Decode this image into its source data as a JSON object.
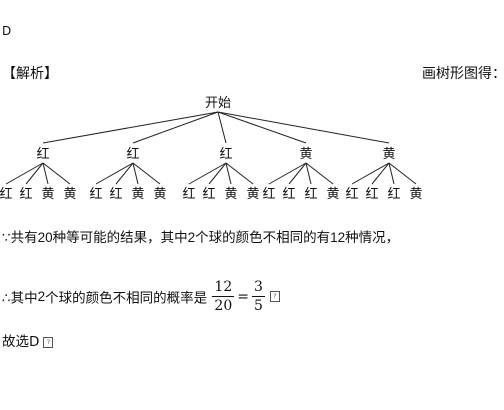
{
  "answer_label": "D",
  "heading": "【解析】",
  "tree_note": "画树形图得：",
  "tree": {
    "root": "开始",
    "branches": [
      {
        "label": "红",
        "children": [
          "红",
          "红",
          "黄",
          "黄"
        ]
      },
      {
        "label": "红",
        "children": [
          "红",
          "红",
          "黄",
          "黄"
        ]
      },
      {
        "label": "红",
        "children": [
          "红",
          "红",
          "黄",
          "黄"
        ]
      },
      {
        "label": "黄",
        "children": [
          "红",
          "红",
          "红",
          "黄"
        ]
      },
      {
        "label": "黄",
        "children": [
          "红",
          "红",
          "红",
          "黄"
        ]
      }
    ]
  },
  "line1": {
    "prefix": "∵共有",
    "total": "20",
    "middle": "种等可能的结果，其中",
    "n": "2",
    "middle2": "个球的颜色不相同的有",
    "count": "12",
    "suffix": "种情况，"
  },
  "line2": {
    "prefix": "∴其中",
    "n": "2",
    "text": "个球的颜色不相同的概率是",
    "frac1": {
      "num": "12",
      "den": "20"
    },
    "eq": "=",
    "frac2": {
      "num": "3",
      "den": "5"
    }
  },
  "conclusion": "故选D"
}
